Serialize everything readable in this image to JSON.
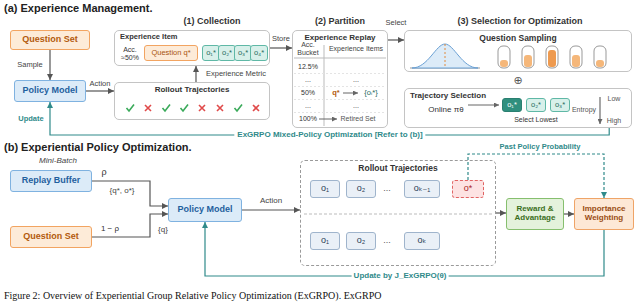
{
  "diagram": {
    "caption": "Figure 2: Overview of Experiential Group Relative Policy Optimization (ExGRPO). ExGRPO",
    "nodes": [
      {
        "text": [
          "Question Set"
        ]
      },
      {
        "text": [
          "Policy Model"
        ]
      },
      {
        "text": [
          "Rollout Trajectories"
        ]
      },
      {
        "text": [
          "Experience Item",
          "Acc. ≈50%"
        ]
      },
      {
        "text": [
          "Question q*"
        ],
        "in": 3
      },
      {
        "text": [
          "o₁*"
        ],
        "in": 3
      },
      {
        "text": [
          "o₂*"
        ],
        "in": 3
      },
      {
        "text": [
          "o₃*"
        ],
        "in": 3
      },
      {
        "text": [
          "o₄*"
        ],
        "in": 3
      },
      {
        "text": [
          "Experience Replay"
        ]
      },
      {
        "text": [
          "Question Sampling"
        ]
      },
      {
        "text": [
          "Trajectory Selection"
        ]
      },
      {
        "text": [
          "o₁*"
        ],
        "in": 11
      },
      {
        "text": [
          "o₂*"
        ],
        "in": 11
      },
      {
        "text": [
          "o₃*"
        ],
        "in": 11
      },
      {
        "text": [
          "Replay Buffer"
        ]
      },
      {
        "text": [
          "Question Set"
        ]
      },
      {
        "text": [
          "Policy Model"
        ]
      },
      {
        "text": [
          "Rollout Trajectories"
        ]
      },
      {
        "text": [
          "o₁"
        ],
        "in": 18
      },
      {
        "text": [
          "o₂"
        ],
        "in": 18
      },
      {
        "text": [
          "oₖ₋₁"
        ],
        "in": 18
      },
      {
        "text": [
          "o*"
        ],
        "in": 18
      },
      {
        "text": [
          "o₁"
        ],
        "in": 18
      },
      {
        "text": [
          "o₂"
        ],
        "in": 18
      },
      {
        "text": [
          "oₖ"
        ],
        "in": 18
      },
      {
        "text": [
          "Reward & Advantage"
        ]
      },
      {
        "text": [
          "Importance Weighting"
        ]
      }
    ],
    "edges": [
      {
        "from": 0,
        "to": 1,
        "label": "Sample",
        "arrow": "to"
      },
      {
        "from": 1,
        "to": 2,
        "label": "Action",
        "arrow": "to"
      },
      {
        "from": 2,
        "to": 3,
        "label": "Experience Metric",
        "arrow": "to"
      },
      {
        "from": 3,
        "to": 9,
        "label": "Store",
        "arrow": "to"
      },
      {
        "from": 9,
        "to": 10,
        "label": "Select",
        "arrow": "to"
      },
      {
        "from": 11,
        "to": 1,
        "label": "Update",
        "arrow": "to"
      },
      {
        "from": 15,
        "to": 17,
        "label": "{q*, o*}",
        "arrow": "to"
      },
      {
        "from": 16,
        "to": 17,
        "label": "{q}",
        "arrow": "to"
      },
      {
        "from": 17,
        "to": 18,
        "label": "Action",
        "arrow": "to"
      },
      {
        "from": 18,
        "to": 26,
        "arrow": "to"
      },
      {
        "from": 26,
        "to": 27,
        "arrow": "to"
      },
      {
        "from": 22,
        "to": 27,
        "label": "Past Policy Probability",
        "arrow": "to"
      },
      {
        "from": 27,
        "to": 17,
        "label": "Update by J_ExGRPO(θ)",
        "arrow": "to"
      }
    ],
    "labels": [
      "(a) Experience Management.",
      "(1) Collection",
      "(2) Partition",
      "(3) Selection for Optimization",
      "Acc. Bucket",
      "Experience Items",
      "12.5%",
      "...",
      "50%",
      "...",
      "100%",
      "...",
      "q*",
      "{oᵢ*}",
      "...",
      "Retired Set",
      "⊕",
      "Online πθ",
      "Select Lowest",
      "Entropy",
      "Low",
      "High",
      "ExGRPO Mixed-Policy Optimization [Refer to (b)]",
      "(b) Experiential Policy Optimization.",
      "Mini-Batch",
      "ρ",
      "1 − ρ",
      "...",
      "..."
    ]
  }
}
